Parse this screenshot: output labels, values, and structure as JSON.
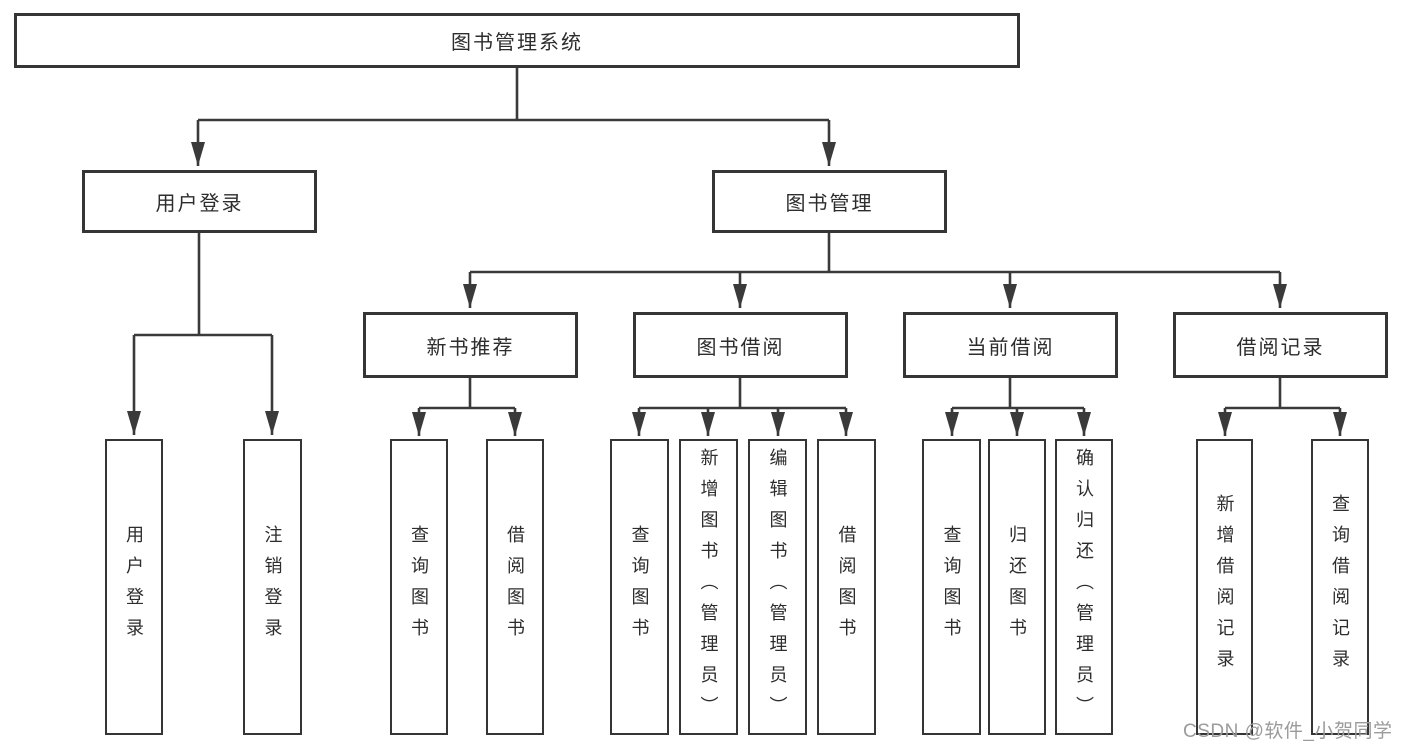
{
  "colors": {
    "line": "#3a3a3a",
    "border": "#353535",
    "text": "#2d2d2d",
    "watermark": "#9b9b9b",
    "bg": "#ffffff"
  },
  "watermark": {
    "text": "CSDN @软件_小贺同学"
  },
  "nodes": {
    "root": {
      "label": "图书管理系统"
    },
    "level2": [
      {
        "label": "用户登录"
      },
      {
        "label": "图书管理"
      }
    ],
    "level3": [
      {
        "label": "新书推荐",
        "parent": "图书管理"
      },
      {
        "label": "图书借阅",
        "parent": "图书管理"
      },
      {
        "label": "当前借阅",
        "parent": "图书管理"
      },
      {
        "label": "借阅记录",
        "parent": "图书管理"
      }
    ],
    "leaves": [
      {
        "label": "用户登录",
        "parent": "用户登录"
      },
      {
        "label": "注销登录",
        "parent": "用户登录"
      },
      {
        "label": "查询图书",
        "parent": "新书推荐"
      },
      {
        "label": "借阅图书",
        "parent": "新书推荐"
      },
      {
        "label": "查询图书",
        "parent": "图书借阅"
      },
      {
        "label": "新增图书（管理员）",
        "parent": "图书借阅"
      },
      {
        "label": "编辑图书（管理员）",
        "parent": "图书借阅"
      },
      {
        "label": "借阅图书",
        "parent": "图书借阅"
      },
      {
        "label": "查询图书",
        "parent": "当前借阅"
      },
      {
        "label": "归还图书",
        "parent": "当前借阅"
      },
      {
        "label": "确认归还（管理员）",
        "parent": "当前借阅"
      },
      {
        "label": "新增借阅记录",
        "parent": "借阅记录"
      },
      {
        "label": "查询借阅记录",
        "parent": "借阅记录"
      }
    ]
  }
}
